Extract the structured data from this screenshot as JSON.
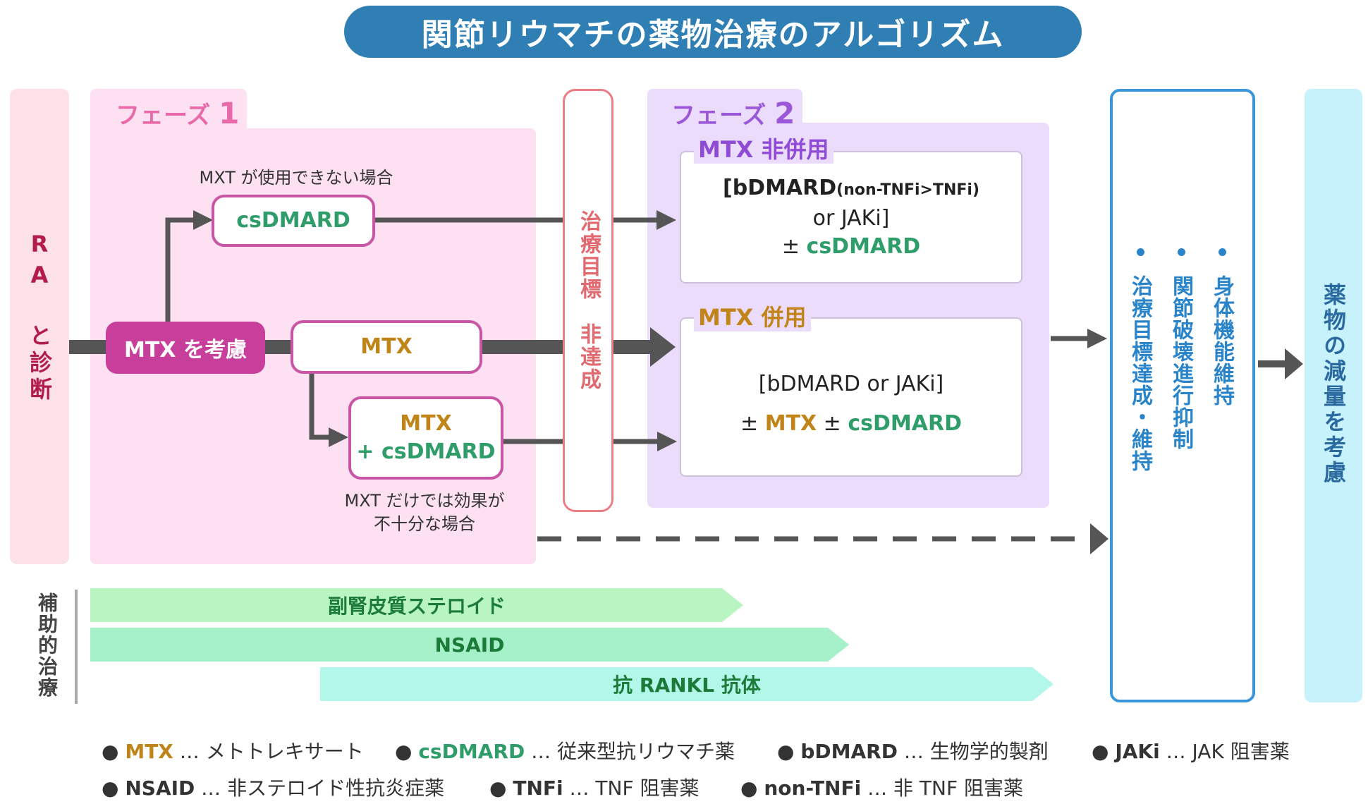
{
  "title": "関節リウマチの薬物治療のアルゴリズム",
  "ra_diagnosis": "RA と診断",
  "phase1": {
    "label": "フェーズ",
    "number": "1"
  },
  "phase2": {
    "label": "フェーズ",
    "number": "2"
  },
  "phase1_content": {
    "note_top": "MXT が使用できない場合",
    "csdmard_box": "csDMARD",
    "mtx_consider": "MTX を考慮",
    "mtx_box": "MTX",
    "mtx_combo_line1": "MTX",
    "mtx_combo_line2": "+ csDMARD",
    "note_bottom_line1": "MXT だけでは効果が",
    "note_bottom_line2": "不十分な場合"
  },
  "non_attainment": "治療目標　非達成",
  "phase2_content": {
    "no_mtx": {
      "heading": "MTX 非併用",
      "line1_main": "[bDMARD",
      "line1_small": "(non-TNFi>TNFi)",
      "line2": "or JAKi]",
      "line3_pm": "± ",
      "line3_drug": "csDMARD"
    },
    "with_mtx": {
      "heading": "MTX 併用",
      "line1": "[bDMARD or JAKi]",
      "line2_pm1": "± ",
      "line2_mtx": "MTX",
      "line2_pm2": " ± ",
      "line2_drug": "csDMARD"
    }
  },
  "goals": {
    "col1": "治療目標達成・維持",
    "col2": "関節破壊進行抑制",
    "col3": "身体機能維持"
  },
  "reduce": "薬物の減量を考慮",
  "supportive": {
    "label": "補助的治療",
    "bar1": "副腎皮質ステロイド",
    "bar2": "NSAID",
    "bar3": "抗 RANKL 抗体"
  },
  "legend": {
    "mtx_term": "MTX",
    "mtx_desc": " … メトトレキサート",
    "csdmard_term": "csDMARD",
    "csdmard_desc": " … 従来型抗リウマチ薬",
    "bdmard_term": "bDMARD",
    "bdmard_desc": " … 生物学的製剤",
    "jaki_term": "JAKi",
    "jaki_desc": " … JAK 阻害薬",
    "nsaid_term": "NSAID",
    "nsaid_desc": " … 非ステロイド性抗炎症薬",
    "tnfi_term": "TNFi",
    "tnfi_desc": " … TNF 阻害薬",
    "nontnfi_term": "non-TNFi",
    "nontnfi_desc": " … 非 TNF 阻害薬"
  },
  "colors": {
    "title_bg": "#2f7fb4",
    "phase1_bg": "#fde0f1",
    "phase2_bg": "#ecdcfb",
    "csdmard": "#2e9d6a",
    "mtx": "#c08418",
    "goal": "#2a84c9"
  }
}
